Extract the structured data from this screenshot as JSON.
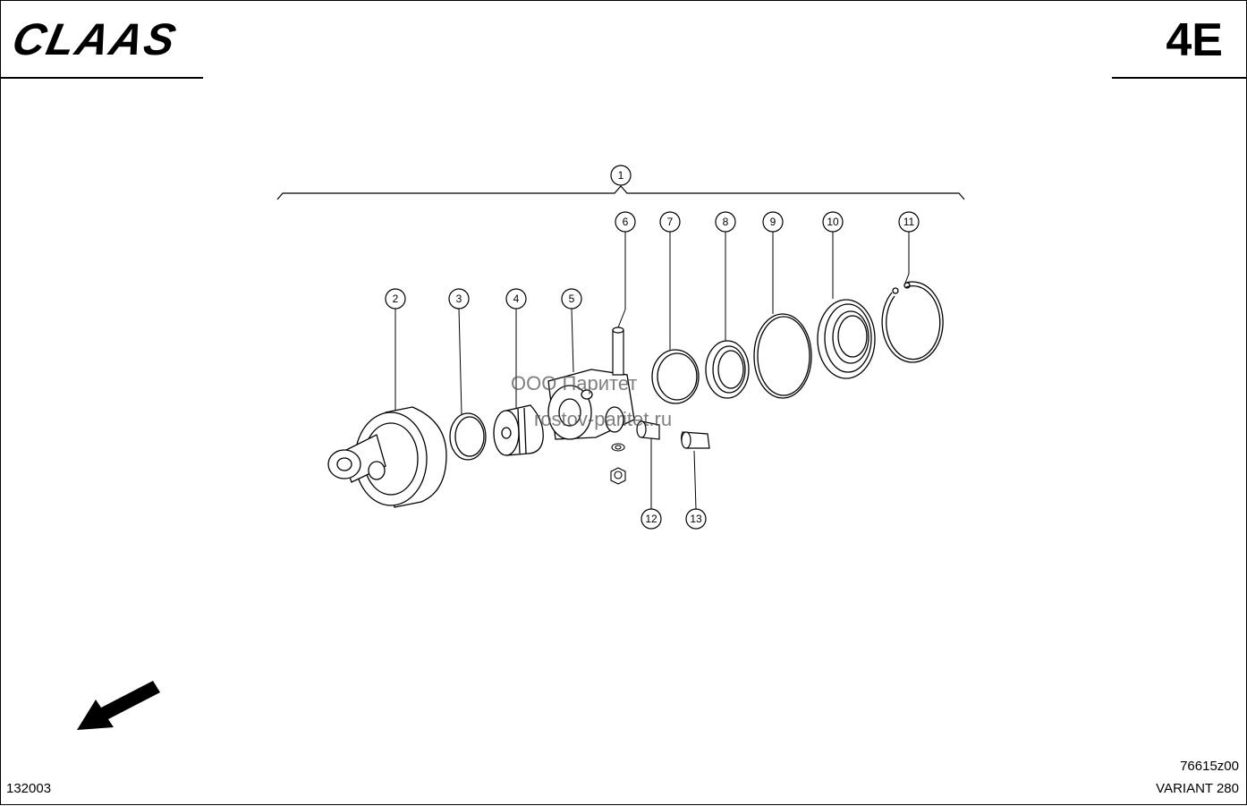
{
  "header": {
    "brand": "CLAAS",
    "page_code": "4E"
  },
  "footer": {
    "left_code": "132003",
    "drawing_number": "76615z00",
    "model": "VARIANT 280"
  },
  "watermark": {
    "line1": "ООО Паритет",
    "line2": "rostov-paritet.ru"
  },
  "callouts": {
    "c1": "1",
    "c2": "2",
    "c3": "3",
    "c4": "4",
    "c5": "5",
    "c6": "6",
    "c7": "7",
    "c8": "8",
    "c9": "9",
    "c10": "10",
    "c11": "11",
    "c12": "12",
    "c13": "13"
  }
}
